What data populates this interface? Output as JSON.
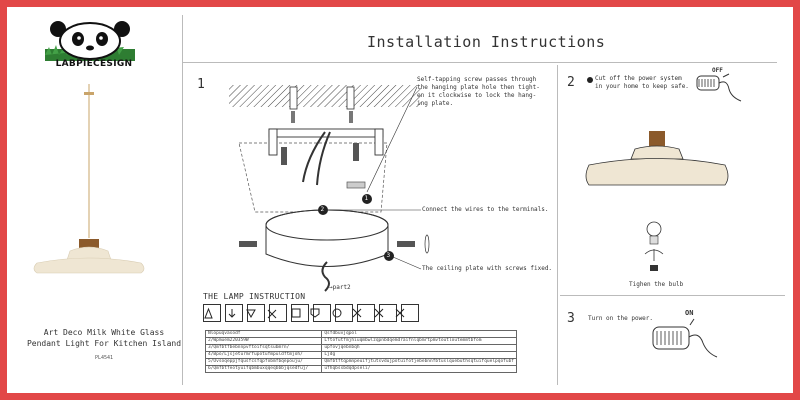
{
  "brand": {
    "name": "LABPIECESIGN",
    "logo_icon": "panda-face-icon"
  },
  "header": {
    "title": "Installation Instructions"
  },
  "product": {
    "name_line1": "Art Deco Milk White Glass",
    "name_line2": "Pendant Light For Kitchen Island",
    "code": "PL4541"
  },
  "steps": {
    "step1": {
      "number": "1",
      "note_screw_line1": "Self-tapping screw passes through",
      "note_screw_line2": "the hanging plate hole then tight-",
      "note_screw_line3": "en it clockwise to lock the hang-",
      "note_screw_line4": "ing plate.",
      "label_1": "1",
      "label_2": "2",
      "label_3": "3",
      "note_wires": "Connect the wires to the terminals.",
      "note_ceiling": "The ceiling plate with screws fixed.",
      "part_label": "→part2"
    },
    "step2": {
      "number": "2",
      "note_line1": "Cut off the power system",
      "note_line2": "in your home to keep safe.",
      "switch_label": "OFF",
      "bulb_note": "Tighen the bulb"
    },
    "step3": {
      "number": "3",
      "note": "Turn on the power.",
      "switch_label": "ON"
    }
  },
  "lamp_instruction": {
    "heading": "THE LAMP INSTRUCTION",
    "icons": [
      "triangle-warning-icon",
      "down-arrow-icon",
      "triangle-v-icon",
      "lamp-cross-icon",
      "square-icon",
      "shield-icon",
      "dimmer-icon",
      "pets-cross-icon",
      "crossed-tool-icon",
      "no-ladder-icon"
    ],
    "table": [
      [
        "Nlopuqvasodf",
        "Qsfdbuvjqpol"
      ],
      [
        "2/Wpmuem220359W",
        "Lftofutfmjhiuqmbwlzqpnbdqemdraifnlqbmrtpmvtoutloutemmtbfom"
      ],
      [
        "3/Qmfbtfbebnnpvftoifsqtsubmrn/",
        "upfovjqebnbqh"
      ],
      [
        "4/Bpo/Ljsjeturmrfupotufmpuldftmjoh/",
        "Ljdg"
      ],
      [
        "5/Uvsoqeppjfqusfcsfqpfobmfbqepouju/",
        "Qmfbtftqpmnpeuifjtutsvdujpotuifotjebebnnfbtuslquebuthsqtuifquelpqofubf"
      ],
      [
        "6/Qmfbtfeotyuifqbmbuxqqeqbbbjqsedfuj/",
        "ufhqbssbdqdpseli/"
      ]
    ]
  }
}
